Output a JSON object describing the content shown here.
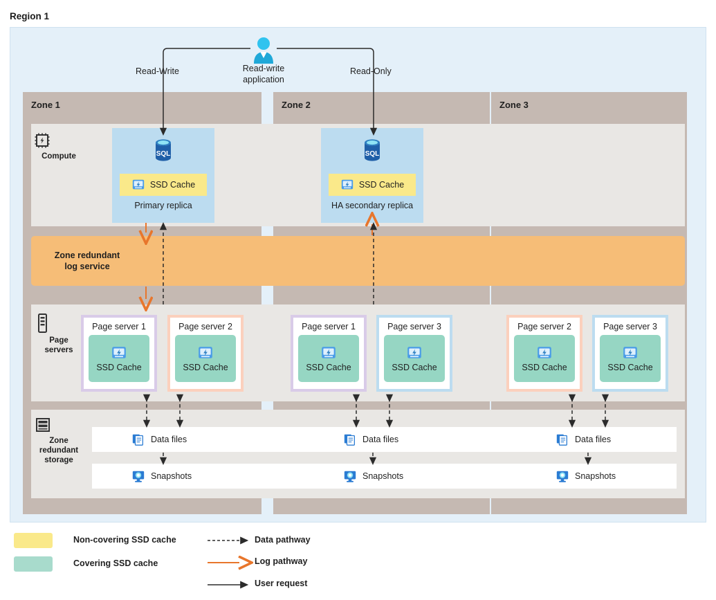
{
  "title": "Region 1",
  "colors": {
    "region_bg": "#e4f0f9",
    "zone_band": "#c5b9b2",
    "panel_bg": "#e9e7e4",
    "log_band": "#f6bd77",
    "replica_bg": "#bcdcf0",
    "noncovering_cache": "#fae98a",
    "covering_cache": "#96d6c3",
    "log_pathway": "#e8762c",
    "data_pathway": "#2b2b2b",
    "user_request": "#2b2b2b",
    "page_server_1_border": "#d9cbe8",
    "page_server_2_border": "#fbd0bd",
    "page_server_3_border": "#bcdcf0"
  },
  "application": {
    "icon": "user-icon",
    "label_line1": "Read-write",
    "label_line2": "application",
    "left_connector_label": "Read-Write",
    "right_connector_label": "Read-Only"
  },
  "zones": [
    {
      "name": "Zone 1"
    },
    {
      "name": "Zone 2"
    },
    {
      "name": "Zone 3"
    }
  ],
  "rails": {
    "compute": {
      "icon": "cpu-chip-icon",
      "label": "Compute"
    },
    "page_servers": {
      "icon": "server-rack-icon",
      "label_line1": "Page",
      "label_line2": "servers"
    },
    "storage": {
      "icon": "storage-stack-icon",
      "label_line1": "Zone",
      "label_line2": "redundant",
      "label_line3": "storage"
    }
  },
  "compute": {
    "replicas": [
      {
        "icon": "sql-database-icon",
        "cache_icon": "ssd-cache-icon",
        "cache_label": "SSD Cache",
        "name": "Primary replica",
        "zone": "Zone 1"
      },
      {
        "icon": "sql-database-icon",
        "cache_icon": "ssd-cache-icon",
        "cache_label": "SSD Cache",
        "name": "HA secondary replica",
        "zone": "Zone 2"
      }
    ]
  },
  "log_service": {
    "label_line1": "Zone redundant",
    "label_line2": "log service"
  },
  "page_servers": [
    {
      "name": "Page server 1",
      "cache_label": "SSD Cache",
      "cache_icon": "ssd-cache-icon",
      "border": "purple",
      "zone": "Zone 1"
    },
    {
      "name": "Page server 2",
      "cache_label": "SSD Cache",
      "cache_icon": "ssd-cache-icon",
      "border": "peach",
      "zone": "Zone 1"
    },
    {
      "name": "Page server 1",
      "cache_label": "SSD Cache",
      "cache_icon": "ssd-cache-icon",
      "border": "purple",
      "zone": "Zone 2"
    },
    {
      "name": "Page server 3",
      "cache_label": "SSD Cache",
      "cache_icon": "ssd-cache-icon",
      "border": "blue",
      "zone": "Zone 2"
    },
    {
      "name": "Page server 2",
      "cache_label": "SSD Cache",
      "cache_icon": "ssd-cache-icon",
      "border": "peach",
      "zone": "Zone 3"
    },
    {
      "name": "Page server 3",
      "cache_label": "SSD Cache",
      "cache_icon": "ssd-cache-icon",
      "border": "blue",
      "zone": "Zone 3"
    }
  ],
  "storage": {
    "data_files": [
      {
        "icon": "data-files-icon",
        "label": "Data files",
        "zone": "Zone 1"
      },
      {
        "icon": "data-files-icon",
        "label": "Data files",
        "zone": "Zone 2"
      },
      {
        "icon": "data-files-icon",
        "label": "Data files",
        "zone": "Zone 3"
      }
    ],
    "snapshots": [
      {
        "icon": "snapshots-icon",
        "label": "Snapshots",
        "zone": "Zone 1"
      },
      {
        "icon": "snapshots-icon",
        "label": "Snapshots",
        "zone": "Zone 2"
      },
      {
        "icon": "snapshots-icon",
        "label": "Snapshots",
        "zone": "Zone 3"
      }
    ]
  },
  "legend": {
    "swatches": [
      {
        "label": "Non-covering SSD cache",
        "color": "#fae98a"
      },
      {
        "label": "Covering SSD cache",
        "color": "#a8dbcc"
      }
    ],
    "lines": [
      {
        "label": "Data pathway",
        "style": "dashed",
        "color": "#2b2b2b"
      },
      {
        "label": "Log pathway",
        "style": "solid",
        "color": "#e8762c"
      },
      {
        "label": "User request",
        "style": "solid",
        "color": "#2b2b2b"
      }
    ]
  }
}
